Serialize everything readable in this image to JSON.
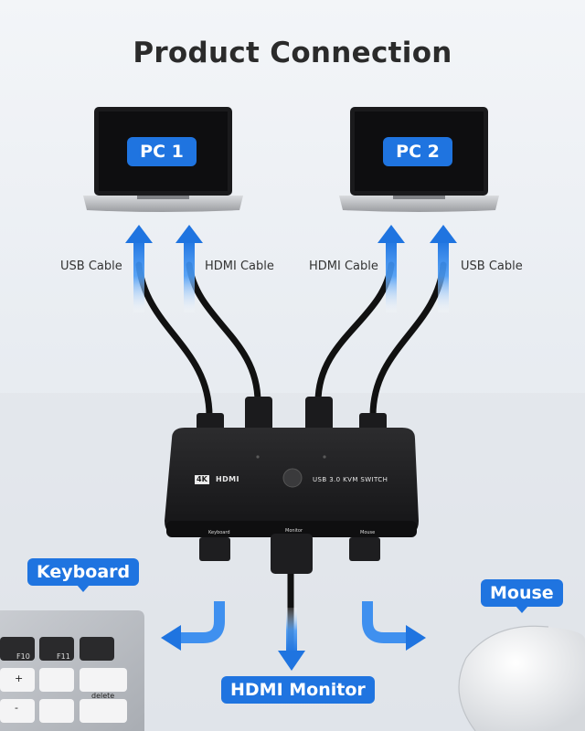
{
  "title": "Product Connection",
  "pc1": {
    "label": "PC 1"
  },
  "pc2": {
    "label": "PC 2"
  },
  "cables": {
    "pc1_usb": "USB Cable",
    "pc1_hdmi": "HDMI Cable",
    "pc2_hdmi": "HDMI Cable",
    "pc2_usb": "USB Cable"
  },
  "switch": {
    "badge": "4K",
    "brand": "HDMI",
    "name": "USB 3.0 KVM SWITCH",
    "ports": {
      "keyboard": "Keyboard",
      "monitor": "Monitor",
      "mouse": "Mouse"
    }
  },
  "callouts": {
    "keyboard": "Keyboard",
    "mouse": "Mouse",
    "monitor": "HDMI Monitor"
  },
  "keyboard_keys": {
    "f10": "F10",
    "f11": "F11",
    "delete": "delete",
    "plus": "+",
    "minus": "-"
  },
  "colors": {
    "accent": "#1f74e0",
    "arrow": "#2e86f0",
    "device": "#1c1c1e"
  }
}
